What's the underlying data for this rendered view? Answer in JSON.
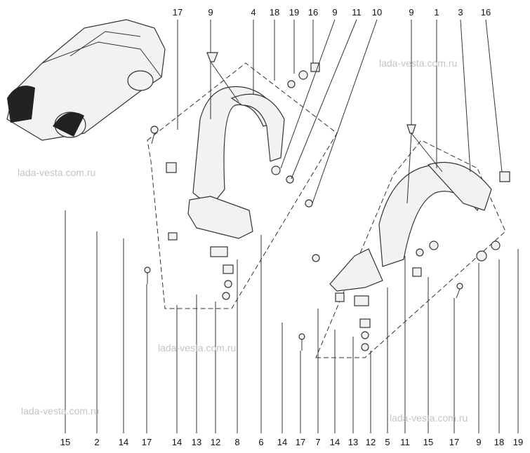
{
  "title": "Front wheel arch liners (fender liners) and fasteners",
  "top_callouts": [
    "17",
    "9",
    "4",
    "18",
    "19",
    "16",
    "9",
    "11",
    "10",
    "9",
    "1",
    "3",
    "16"
  ],
  "bottom_callouts": [
    "15",
    "2",
    "14",
    "17",
    "14",
    "13",
    "12",
    "8",
    "6",
    "14",
    "17",
    "7",
    "14",
    "13",
    "12",
    "5",
    "11",
    "15",
    "17",
    "9",
    "18",
    "19"
  ],
  "watermark": "lada-vesta.com.ru"
}
